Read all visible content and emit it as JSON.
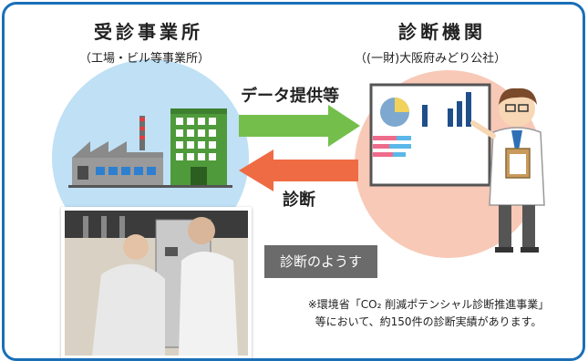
{
  "left_party": {
    "title": "受診事業所",
    "subtitle": "（工場・ビル等事業所）"
  },
  "right_party": {
    "title": "診断機関",
    "subtitle": "（(一財)大阪府みどり公社）"
  },
  "arrow_top": {
    "label": "データ提供等",
    "color": "#74bf4c"
  },
  "arrow_bottom": {
    "label": "診断",
    "color": "#ef6b44"
  },
  "photo_caption": "診断のようす",
  "note": {
    "line1": "※環境省「CO₂ 削減ポテンシャル診断推進事業」",
    "line2": "等において、約150件の診断実績があります。"
  },
  "colors": {
    "border": "#1a6fb8",
    "left_circle": "#bfe0f5",
    "right_circle": "#f8c9b7"
  }
}
